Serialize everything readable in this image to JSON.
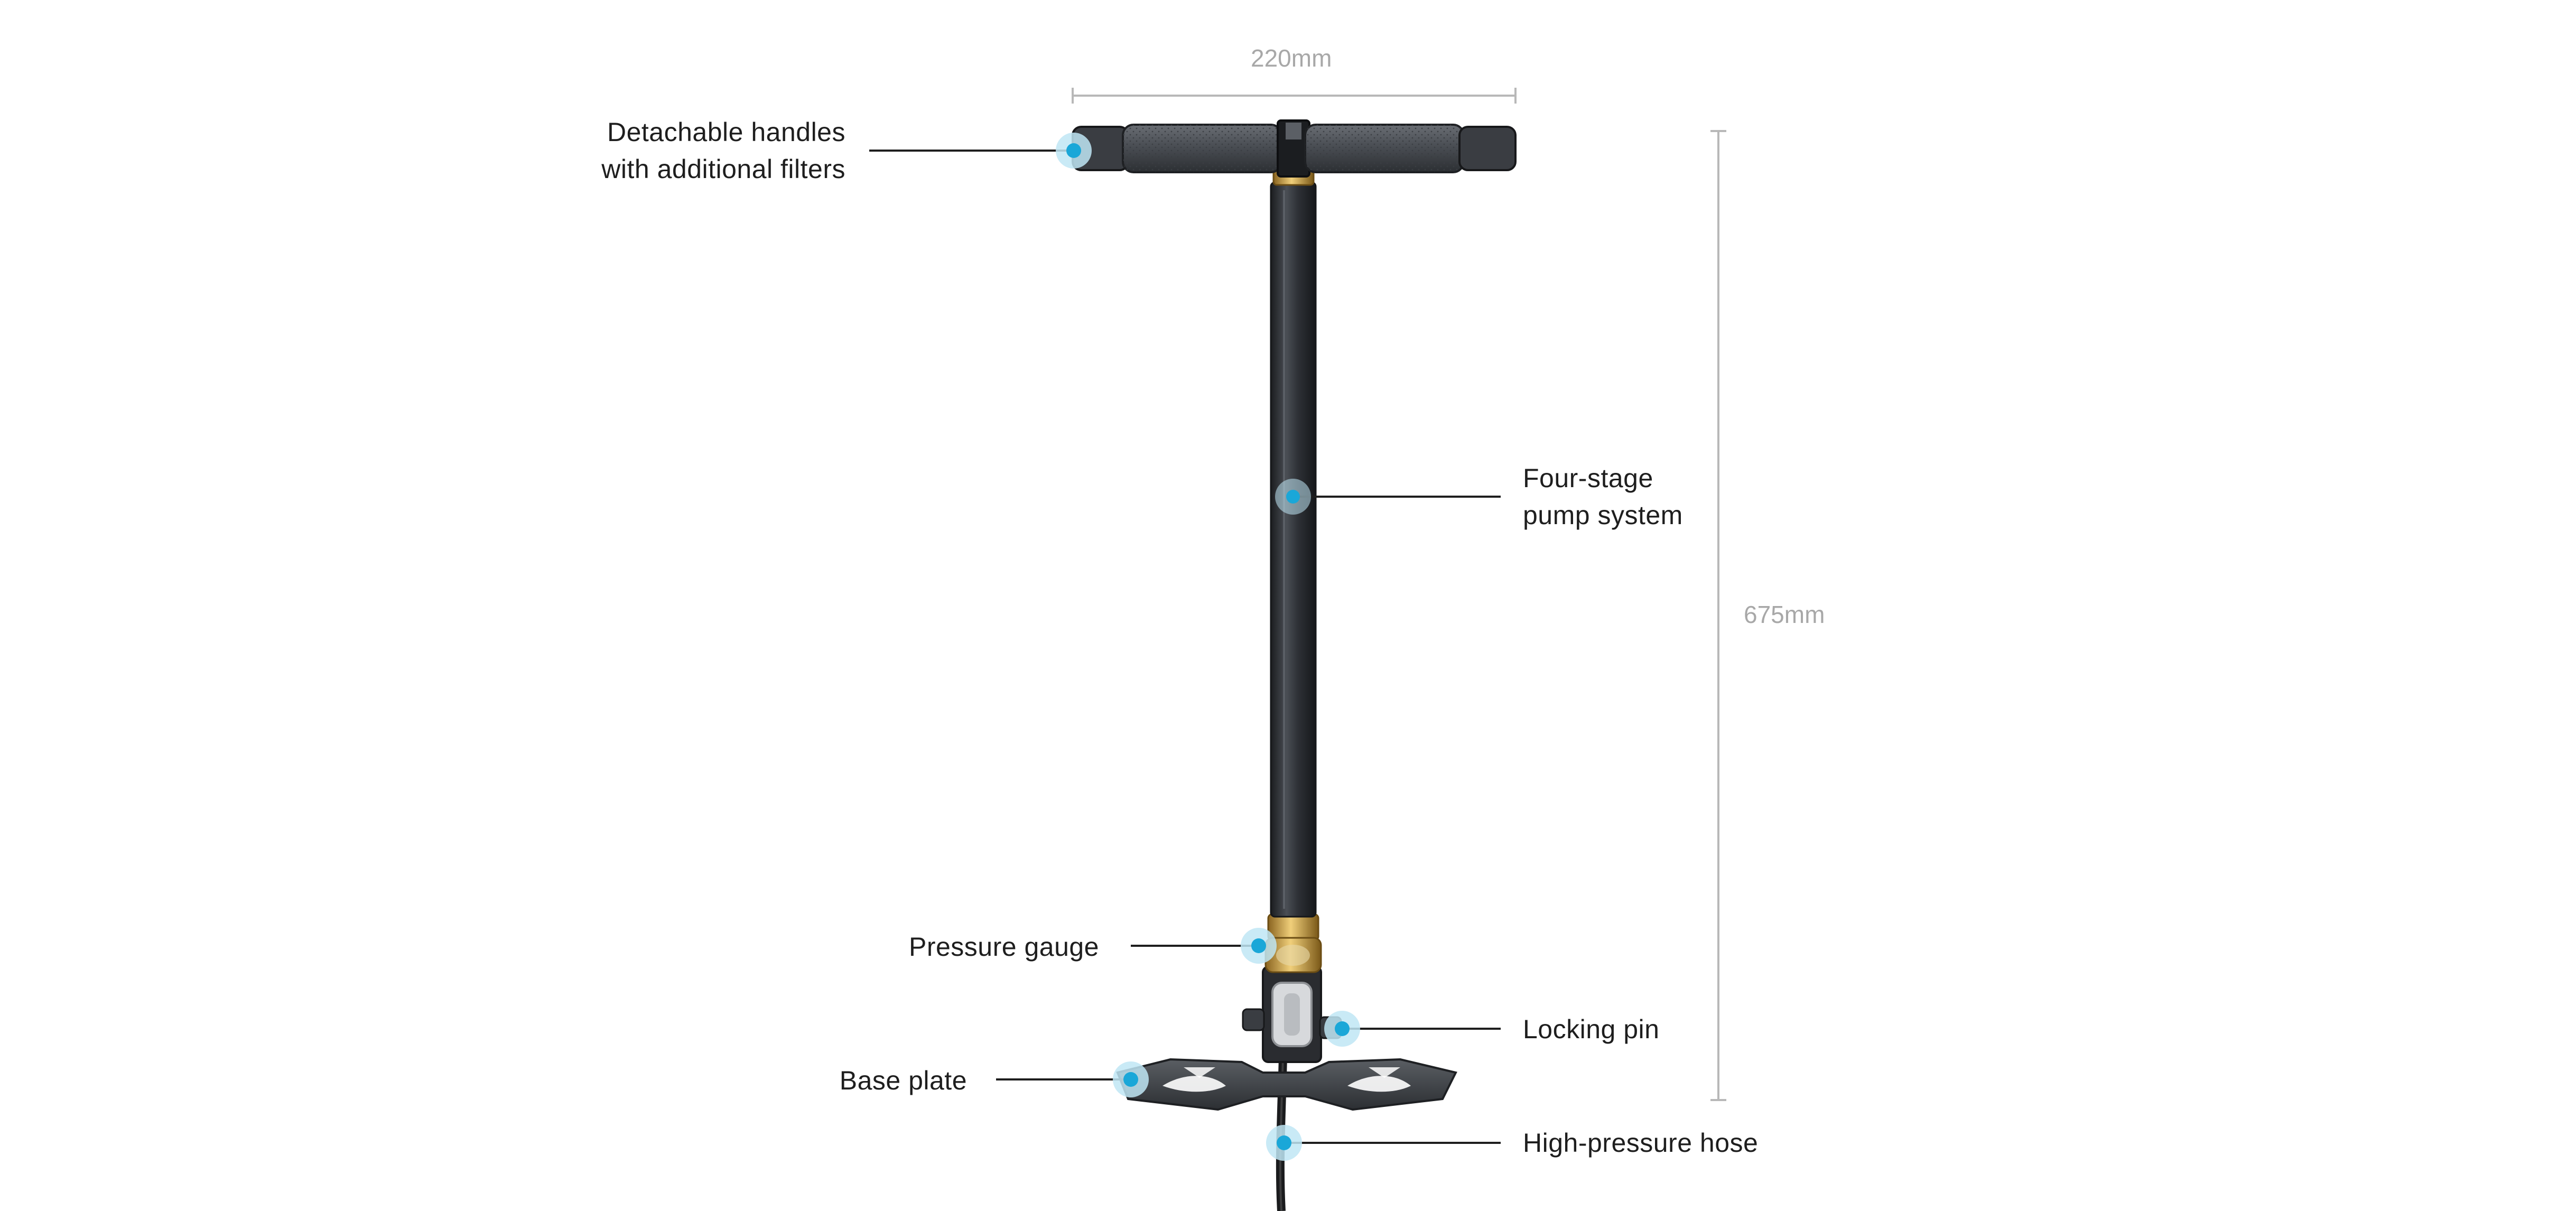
{
  "dimensions": {
    "width_label": "220mm",
    "height_label": "675mm"
  },
  "callouts": {
    "handles": {
      "line1": "Detachable handles",
      "line2": "with additional filters"
    },
    "pump": {
      "line1": "Four-stage",
      "line2": "pump system"
    },
    "gauge": {
      "line1": "Pressure gauge"
    },
    "locking_pin": {
      "line1": "Locking pin"
    },
    "base_plate": {
      "line1": "Base plate"
    },
    "hose": {
      "line1": "High-pressure hose"
    }
  },
  "colors": {
    "marker": "#1aa7d8",
    "marker_halo": "#bfe6f4",
    "leader": "#1e1e1e",
    "dimension": "#b8b8b8",
    "tube": "#2c2f33",
    "grip": "#4a4d52",
    "brass": "#c89b3c"
  }
}
